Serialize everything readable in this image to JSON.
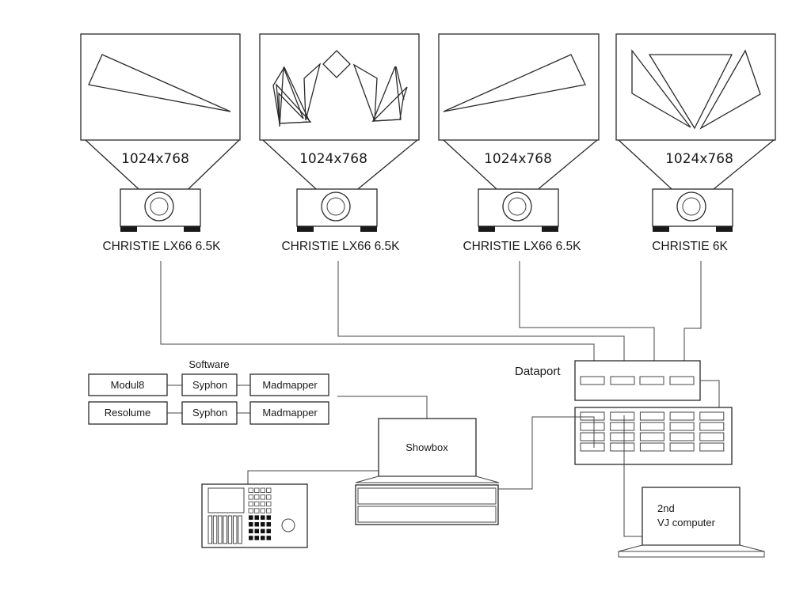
{
  "diagram": {
    "type": "av-signal-flow",
    "projectors": [
      {
        "id": "p1",
        "resolution": "1024x768",
        "model": "CHRISTIE LX66 6.5K",
        "screen_content": "single-wedge-left"
      },
      {
        "id": "p2",
        "resolution": "1024x768",
        "model": "CHRISTIE LX66 6.5K",
        "screen_content": "crown-polygons"
      },
      {
        "id": "p3",
        "resolution": "1024x768",
        "model": "CHRISTIE LX66 6.5K",
        "screen_content": "single-wedge-right"
      },
      {
        "id": "p4",
        "resolution": "1024x768",
        "model": "CHRISTIE 6K",
        "screen_content": "fan-triangles"
      }
    ],
    "software": {
      "title": "Software",
      "chains": [
        {
          "source": "Modul8",
          "bridge": "Syphon",
          "mapper": "Madmapper"
        },
        {
          "source": "Resolume",
          "bridge": "Syphon",
          "mapper": "Madmapper"
        }
      ]
    },
    "devices": {
      "dataport": {
        "label": "Dataport",
        "ports": 4
      },
      "patchbay": {
        "rows": 4,
        "cols": 5
      },
      "showbox": {
        "label": "Showbox"
      },
      "second_computer": {
        "label_line1": "2nd",
        "label_line2": "VJ computer"
      },
      "controller": {
        "label": ""
      }
    },
    "connections": [
      {
        "from": "p1",
        "to": "dataport.port1"
      },
      {
        "from": "p2",
        "to": "dataport.port2"
      },
      {
        "from": "p3",
        "to": "dataport.port3"
      },
      {
        "from": "p4",
        "to": "dataport.port4"
      },
      {
        "from": "software.madmapper",
        "to": "showbox"
      },
      {
        "from": "controller",
        "to": "showbox"
      },
      {
        "from": "showbox",
        "to": "patchbay"
      },
      {
        "from": "dataport",
        "to": "patchbay"
      },
      {
        "from": "patchbay",
        "to": "second_computer"
      }
    ]
  }
}
